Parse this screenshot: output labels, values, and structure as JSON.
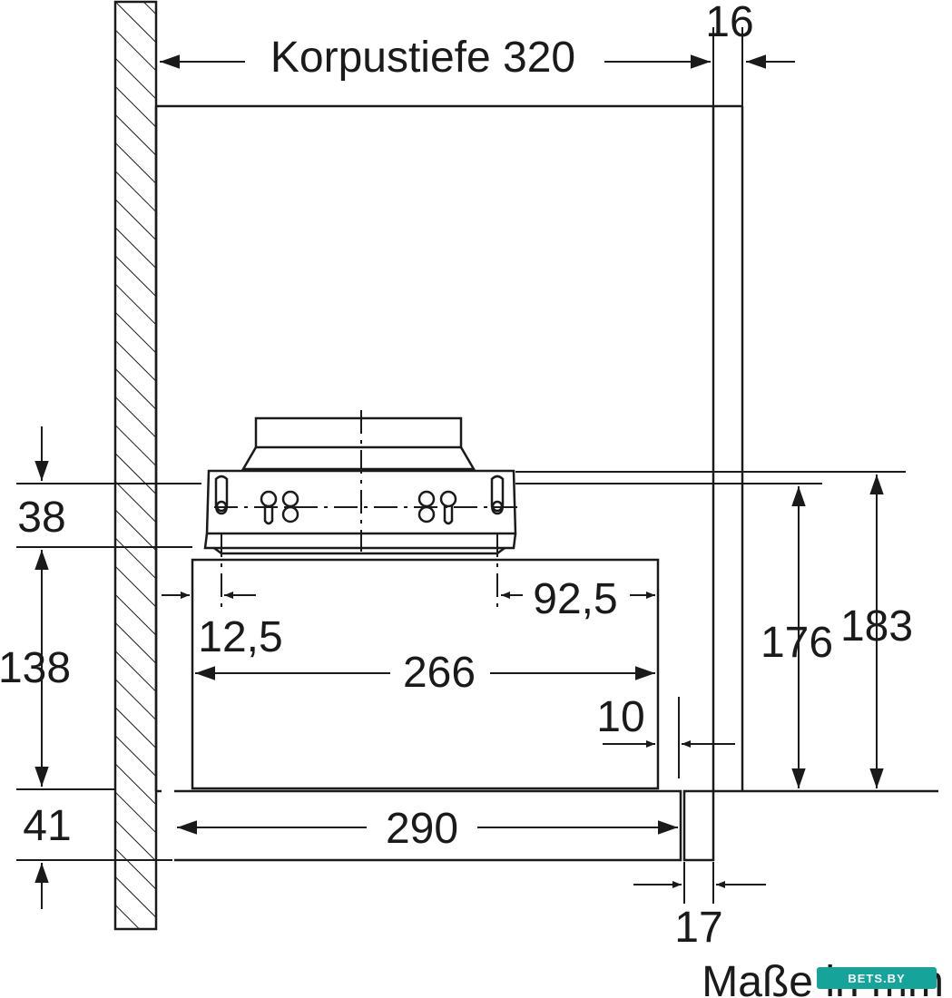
{
  "labels": {
    "korpustiefe": "Korpustiefe 320",
    "dim_16": "16",
    "dim_38": "38",
    "dim_138": "138",
    "dim_41": "41",
    "dim_12_5": "12,5",
    "dim_92_5": "92,5",
    "dim_266": "266",
    "dim_10": "10",
    "dim_176": "176",
    "dim_183": "183",
    "dim_290": "290",
    "dim_17": "17",
    "units": "Maße in mm"
  },
  "watermark": {
    "text": "BETS.BY",
    "color": "#16a39a"
  }
}
